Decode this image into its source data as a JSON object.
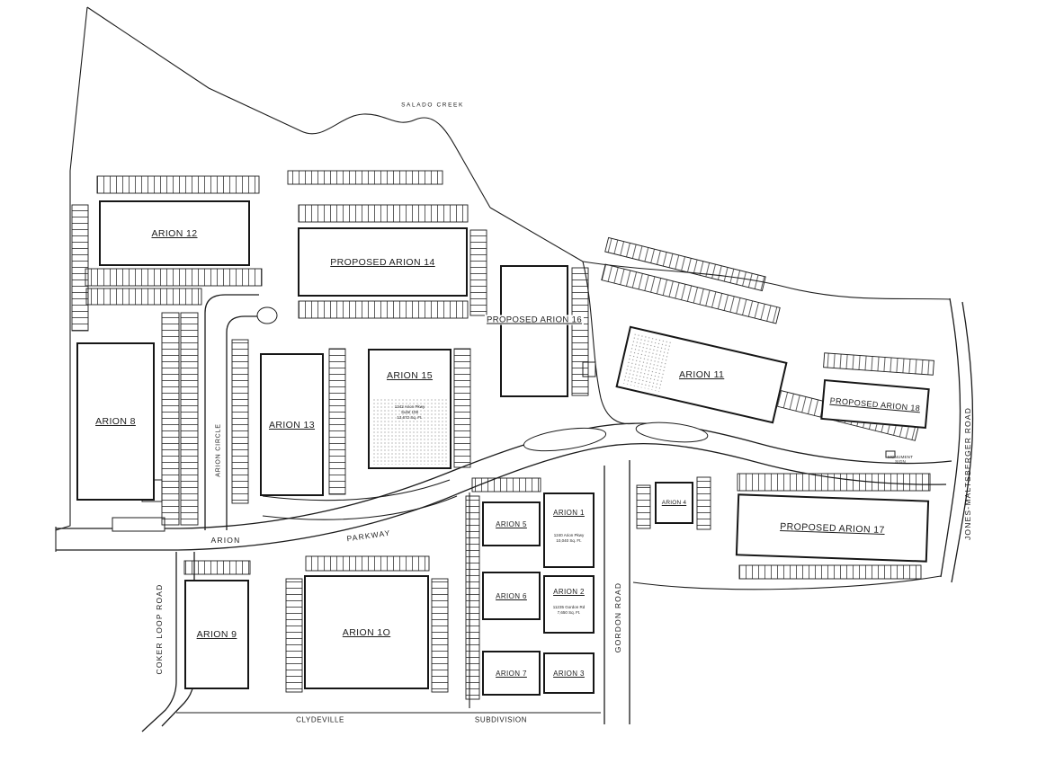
{
  "drawing": {
    "kind": "site plan"
  },
  "buildings": {
    "b1": {
      "label": "ARION 1"
    },
    "b2": {
      "label": "ARION 2"
    },
    "b3": {
      "label": "ARION 3"
    },
    "b4": {
      "label": "ARION 4"
    },
    "b5": {
      "label": "ARION 5"
    },
    "b6": {
      "label": "ARION 6"
    },
    "b7": {
      "label": "ARION 7"
    },
    "b8": {
      "label": "ARION 8"
    },
    "b9": {
      "label": "ARION 9"
    },
    "b10": {
      "label": "ARION 1O"
    },
    "b11": {
      "label": "ARION 11"
    },
    "b12": {
      "label": "ARION 12"
    },
    "b13": {
      "label": "ARION 13"
    },
    "b14": {
      "label": "PROPOSED ARION 14"
    },
    "b15": {
      "label": "ARION 15"
    },
    "b16": {
      "label": "PROPOSED ARION 16"
    },
    "b17": {
      "label": "PROPOSED ARION 17"
    },
    "b18": {
      "label": "PROPOSED ARION 18"
    }
  },
  "roads": {
    "coker_loop": "COKER LOOP ROAD",
    "arion_circle": "ARION CIRCLE",
    "arion": "ARION",
    "parkway": "PARKWAY",
    "gordon": "GORDON ROAD",
    "jones_maltsberger": "JONES-MALTSBERGER ROAD"
  },
  "annotations": {
    "salado_creek": "SALADO CREEK",
    "clydeville": "CLYDEVILLE",
    "subdivision": "SUBDIVISION",
    "monument_line1": "MONUMENT",
    "monument_line2": "SIGN",
    "arion15_note": [
      "1242 Arion Pkwy",
      "Suite 108",
      "13,672 Sq. Ft."
    ],
    "arion1_note": [
      "1240 Arion Pkwy",
      "10,040 Sq. Ft."
    ],
    "arion2_note": [
      "11235 Gordon Rd",
      "7,650 Sq. Ft."
    ]
  },
  "colors": {
    "ink": "#1c1c1c",
    "paper": "#ffffff",
    "stipple": "#8f8f8f"
  }
}
